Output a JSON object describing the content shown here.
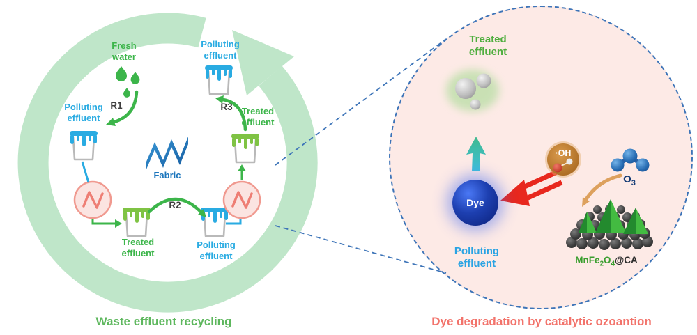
{
  "left": {
    "caption": "Waste effluent recycling",
    "fresh_water": "Fresh water",
    "r1": "R1",
    "r2": "R2",
    "r3": "R3",
    "fabric": "Fabric",
    "polluting_effluent": "Polluting effluent",
    "treated_effluent": "Treated effluent"
  },
  "right": {
    "caption": "Dye degradation by catalytic ozoantion",
    "treated_effluent": "Treated effluent",
    "polluting_effluent": "Polluting effluent",
    "dye_label": "Dye",
    "oh_label": "·OH",
    "o3": {
      "symbol": "O",
      "subscript": "3"
    },
    "catalyst": {
      "prefix": "MnFe",
      "sub1": "2",
      "mid": "O",
      "sub2": "4",
      "suffix": "@CA"
    }
  },
  "colors": {
    "recycle_band": "#bfe6c9",
    "green_text": "#3cb54a",
    "blue_text": "#29abe2",
    "fabric_blue": "#1b75bc",
    "reactor_pink": "#f0998f",
    "caption_green": "#5db75d",
    "caption_pink": "#f2736b",
    "zoom_circle_fill": "#fdeae6",
    "zoom_dashed_blue": "#3d74b8",
    "dye_blue": "#16339e",
    "oh_orange": "#b97227",
    "o3_blue": "#1b5fa8",
    "catalyst_green": "#3a9e2f",
    "red_arrow": "#e8281e"
  }
}
